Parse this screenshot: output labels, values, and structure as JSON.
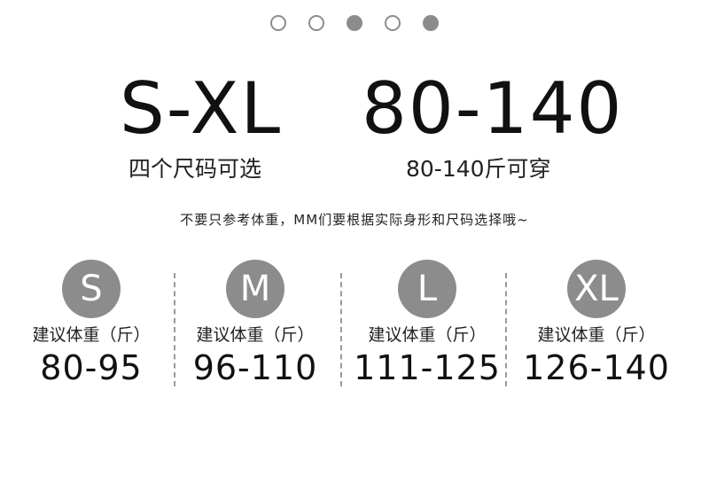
{
  "carousel": {
    "dots": [
      "empty",
      "empty",
      "filled",
      "empty",
      "filled"
    ]
  },
  "headline": {
    "size_range": "S-XL",
    "weight_range": "80-140",
    "size_caption": "四个尺码可选",
    "weight_caption": "80-140斤可穿"
  },
  "note": "不要只参考体重，MM们要根据实际身形和尺码选择哦~",
  "sizes": [
    {
      "size": "S",
      "label": "建议体重（斤）",
      "range": "80-95"
    },
    {
      "size": "M",
      "label": "建议体重（斤）",
      "range": "96-110"
    },
    {
      "size": "L",
      "label": "建议体重（斤）",
      "range": "111-125"
    },
    {
      "size": "XL",
      "label": "建议体重（斤）",
      "range": "126-140"
    }
  ],
  "colors": {
    "circle": "#8c8c8c",
    "text": "#111111",
    "background": "#ffffff"
  }
}
